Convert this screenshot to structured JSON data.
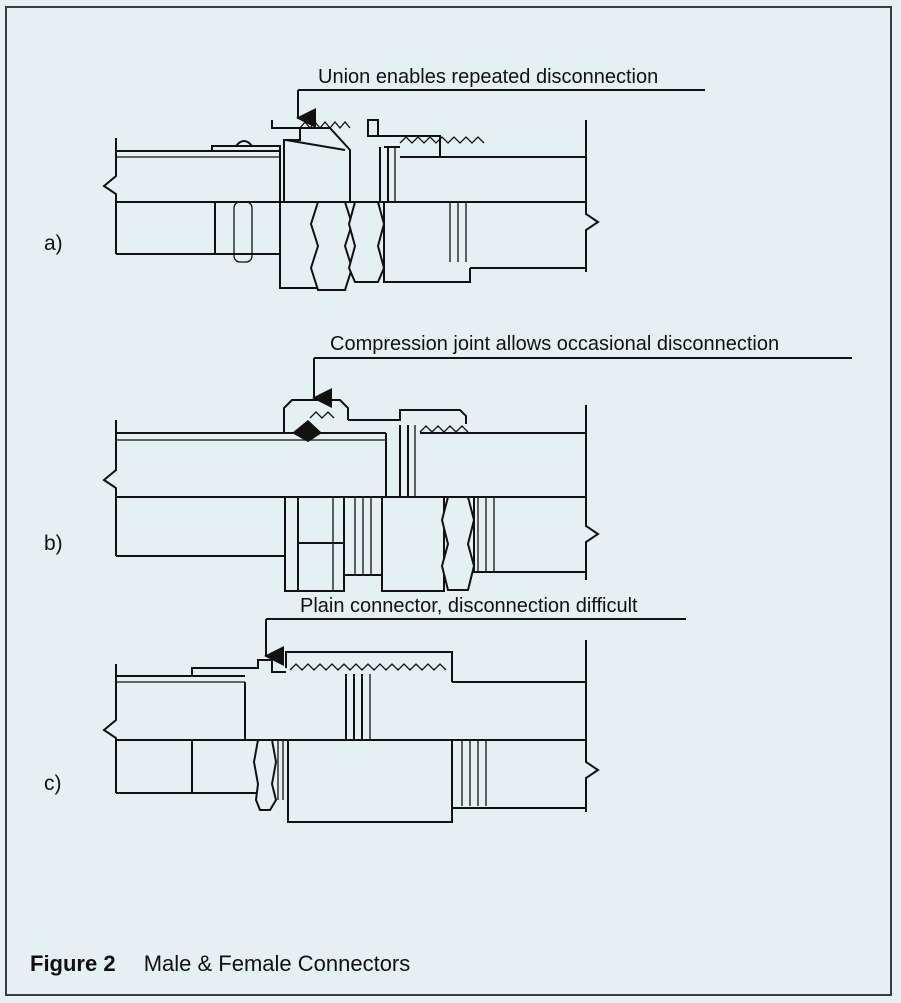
{
  "figure": {
    "caption_number": "Figure 2",
    "caption_title": "Male & Female Connectors"
  },
  "panels": [
    {
      "label": "a)",
      "callout": "Union enables repeated disconnection"
    },
    {
      "label": "b)",
      "callout": "Compression joint allows occasional disconnection"
    },
    {
      "label": "c)",
      "callout": "Plain connector, disconnection difficult"
    }
  ],
  "colors": {
    "background": "#e4f0f2",
    "line": "#111111",
    "border": "#3c3c3c"
  }
}
